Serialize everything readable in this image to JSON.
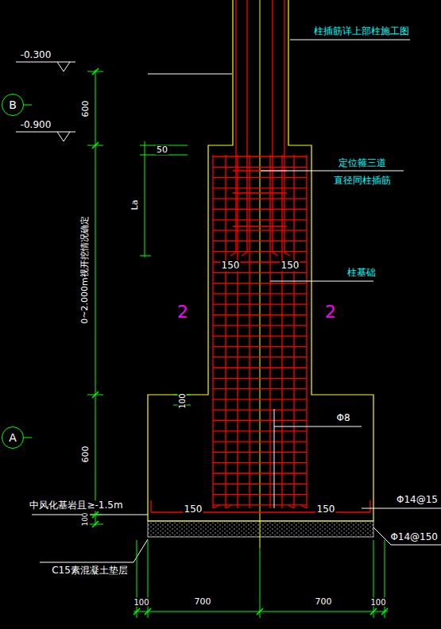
{
  "diagram": {
    "nodes": [
      {
        "text": [
          "B"
        ]
      },
      {
        "text": [
          "A"
        ]
      }
    ],
    "labels": [
      "柱插筋详上部柱施工图",
      "-0.300",
      "-0.900",
      "600",
      "0~2.000m视开挖情况确定",
      "600",
      "100",
      "50",
      "La",
      "定位箍三道",
      "直径同柱插筋",
      "150",
      "150",
      "柱基础",
      "2",
      "2",
      "100",
      "Φ8",
      "150",
      "150",
      "Φ14@15",
      "Φ14@150",
      "中风化基岩且≥-1.5m",
      "C15素混凝土垫层",
      "100",
      "700",
      "700",
      "100"
    ]
  }
}
